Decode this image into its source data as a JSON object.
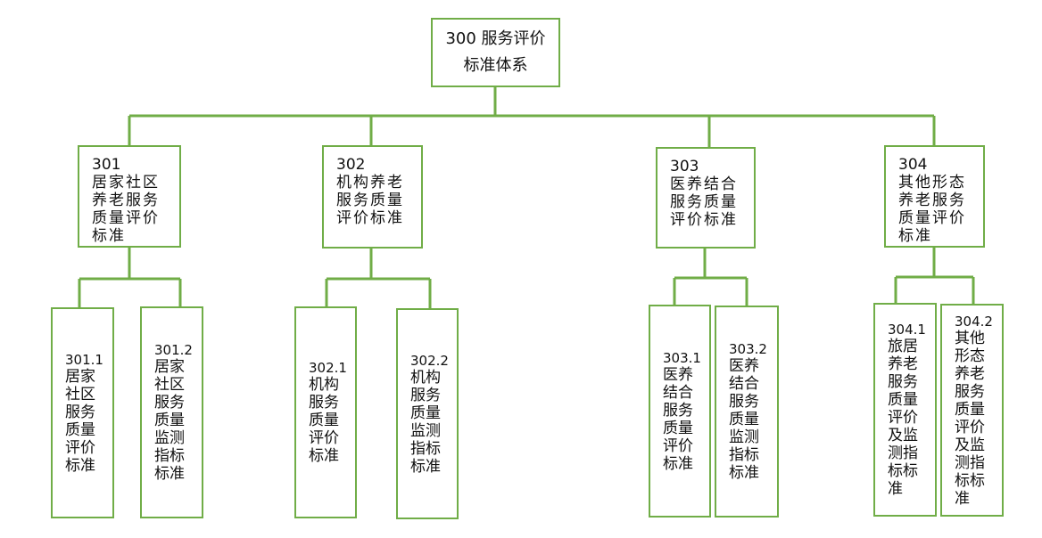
{
  "root": {
    "line1": "300 服务评价",
    "line2": "标准体系"
  },
  "categories": [
    {
      "code": "301",
      "label": "居家社区养老服务质量评价标准",
      "children": [
        {
          "code": "301.1",
          "label": "居家社区服务质量评价标准"
        },
        {
          "code": "301.2",
          "label": "居家社区服务质量监测指标标准"
        }
      ]
    },
    {
      "code": "302",
      "label": "机构养老服务质量评价标准",
      "children": [
        {
          "code": "302.1",
          "label": "机构服务质量评价标准"
        },
        {
          "code": "302.2",
          "label": "机构服务质量监测指标标准"
        }
      ]
    },
    {
      "code": "303",
      "label": "医养结合服务质量评价标准",
      "children": [
        {
          "code": "303.1",
          "label": "医养结合服务质量评价标准"
        },
        {
          "code": "303.2",
          "label": "医养结合服务质量监测指标标准"
        }
      ]
    },
    {
      "code": "304",
      "label": "其他形态养老服务质量评价标准",
      "children": [
        {
          "code": "304.1",
          "label": "旅居养老服务质量评价及监测指标标准"
        },
        {
          "code": "304.2",
          "label": "其他形态养老服务质量评价及监测指标标准"
        }
      ]
    }
  ],
  "colors": {
    "border": "#70ad47",
    "connector": "#70ad47",
    "text": "#111111"
  }
}
